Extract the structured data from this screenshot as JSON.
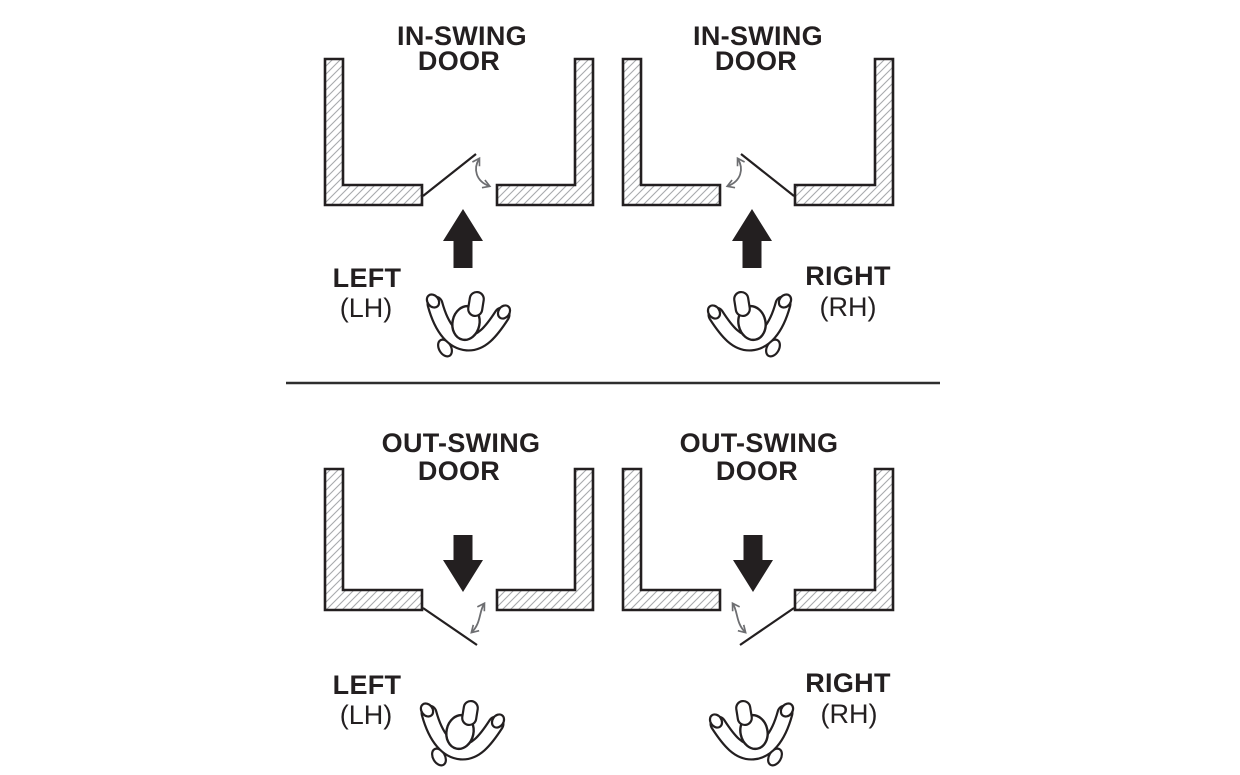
{
  "page": {
    "background": "#ffffff"
  },
  "colors": {
    "ink": "#231f20",
    "wall_hatch": "#a8aaad",
    "swing_arrow_gray": "#6d6e71",
    "divider": "#2e2e2e"
  },
  "icons": [
    {
      "name": "approach-direction-arrow",
      "shape": "solid-block-arrow"
    },
    {
      "name": "door-swing-arc-arrow",
      "shape": "double-headed-curved-arrow"
    },
    {
      "name": "person-top-view-icon",
      "shape": "person-viewed-from-above"
    },
    {
      "name": "wall-icon",
      "shape": "hatched-l-shaped-wall"
    }
  ],
  "panels": [
    {
      "id": "in-swing-left",
      "title_line1": "IN-SWING",
      "title_line2": "DOOR",
      "hand_label": "LEFT",
      "hand_abbr": "(LH)"
    },
    {
      "id": "in-swing-right",
      "title_line1": "IN-SWING",
      "title_line2": "DOOR",
      "hand_label": "RIGHT",
      "hand_abbr": "(RH)"
    },
    {
      "id": "out-swing-left",
      "title_line1": "OUT-SWING",
      "title_line2": "DOOR",
      "hand_label": "LEFT",
      "hand_abbr": "(LH)"
    },
    {
      "id": "out-swing-right",
      "title_line1": "OUT-SWING",
      "title_line2": "DOOR",
      "hand_label": "RIGHT",
      "hand_abbr": "(RH)"
    }
  ]
}
